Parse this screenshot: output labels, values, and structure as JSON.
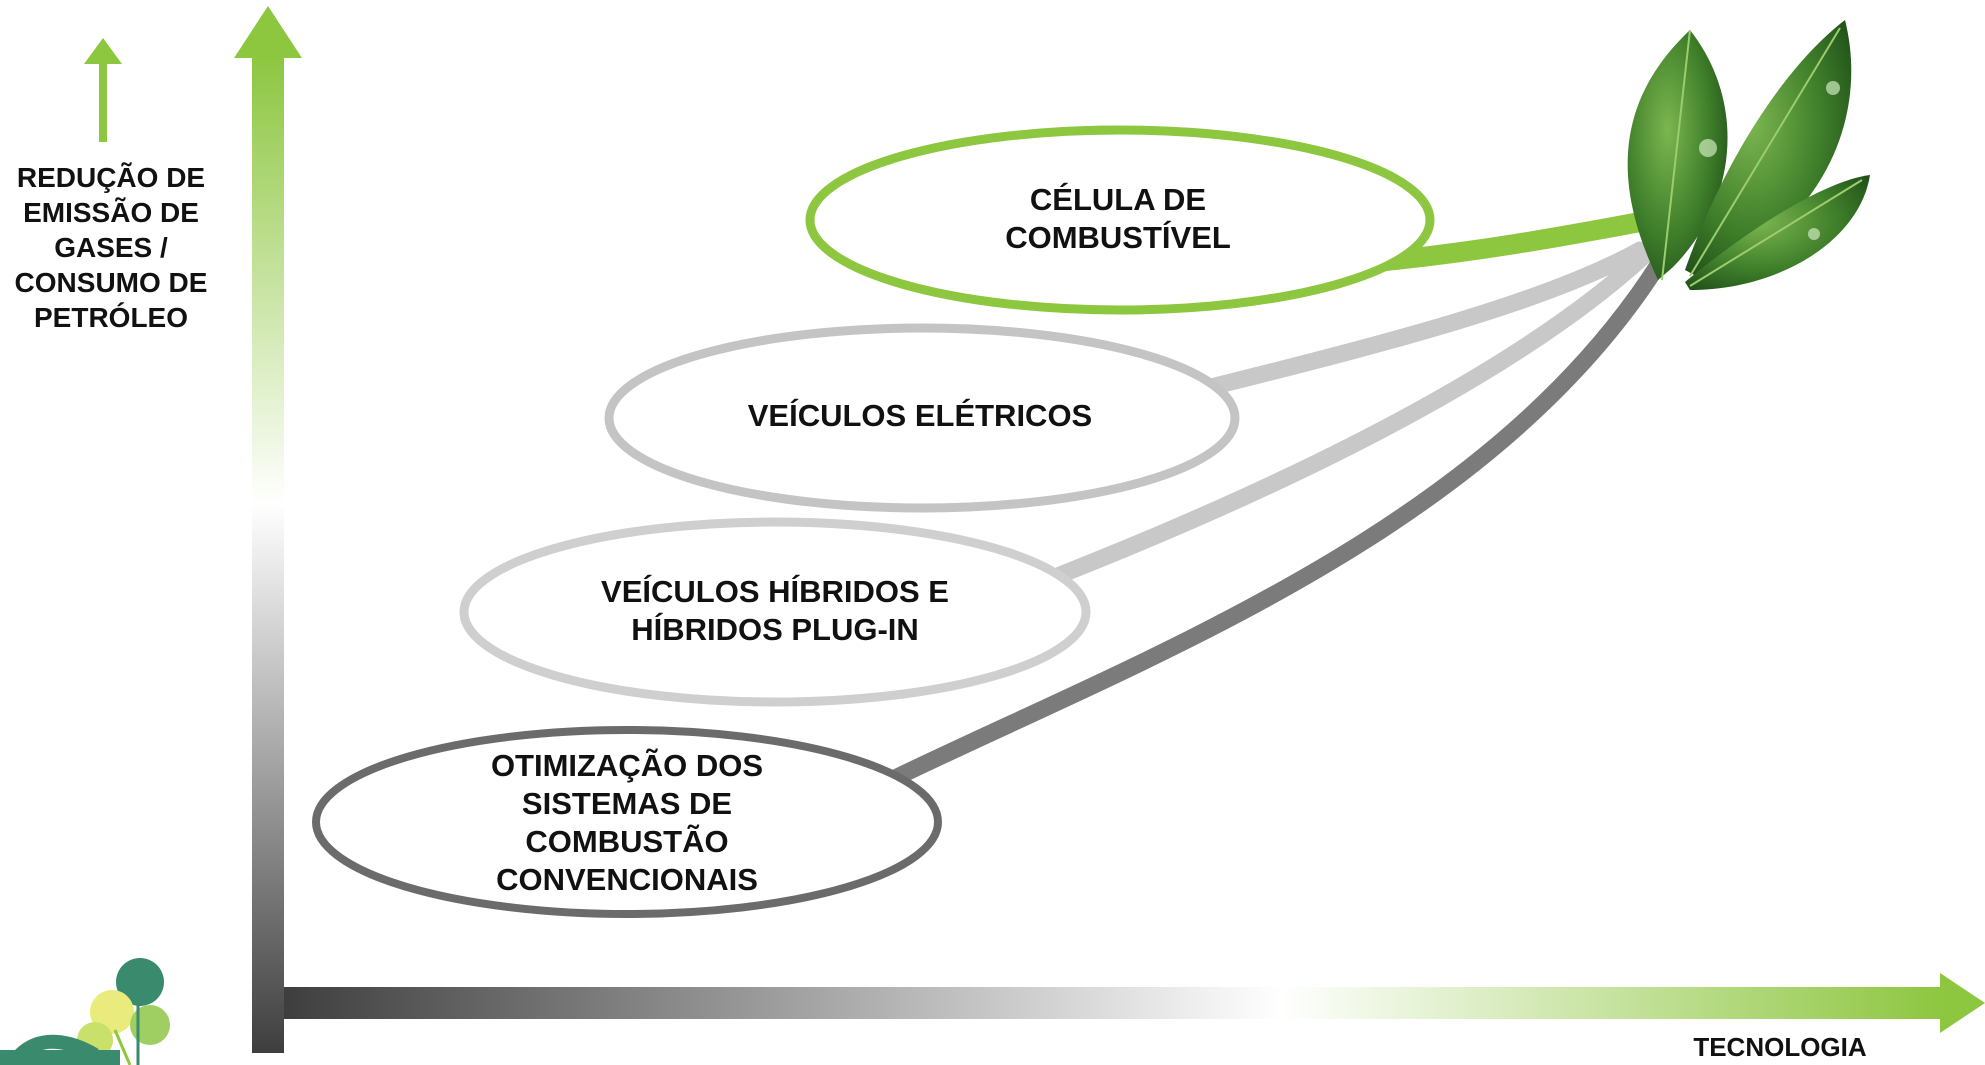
{
  "y_axis": {
    "label_lines": [
      "REDUÇÃO DE",
      "EMISSÃO DE",
      "GASES /",
      "CONSUMO DE",
      "PETRÓLEO"
    ]
  },
  "x_axis": {
    "label": "TECNOLOGIA"
  },
  "stages": [
    {
      "id": "ice",
      "lines": [
        "OTIMIZAÇÃO DOS",
        "SISTEMAS DE",
        "COMBUSTÃO",
        "CONVENCIONAIS"
      ],
      "border_color": "#6b6b6b"
    },
    {
      "id": "hybrid",
      "lines": [
        "VEÍCULOS HÍBRIDOS E",
        "HÍBRIDOS PLUG-IN"
      ],
      "border_color": "#cfcfcf"
    },
    {
      "id": "ev",
      "lines": [
        "VEÍCULOS ELÉTRICOS"
      ],
      "border_color": "#c4c4c4"
    },
    {
      "id": "fuelcell",
      "lines": [
        "CÉLULA DE",
        "COMBUSTÍVEL"
      ],
      "border_color": "#8dc63f"
    }
  ],
  "colors": {
    "accent_green": "#8dc63f",
    "dark_gray": "#555555",
    "light_gray": "#c8c8c8"
  },
  "icons": [
    "up-arrow-icon",
    "leaves-icon",
    "logo-plants-icon"
  ]
}
